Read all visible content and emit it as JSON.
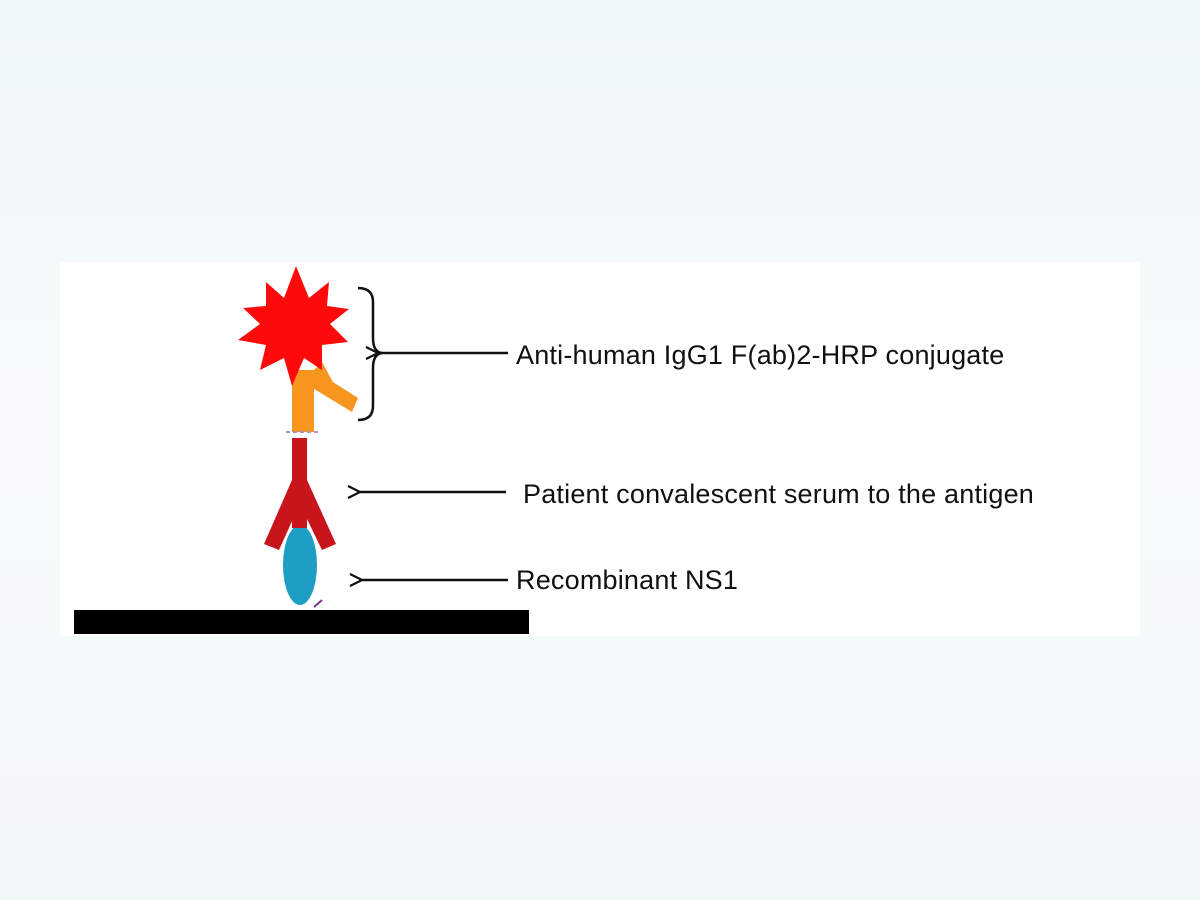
{
  "labels": {
    "conjugate": "Anti-human IgG1 F(ab)2-HRP conjugate",
    "serum": "Patient convalescent serum to the antigen",
    "ns1": "Recombinant NS1"
  },
  "colors": {
    "hrp_star": "#ff0a0a",
    "secondary_antibody": "#f7961e",
    "primary_antibody": "#c8151b",
    "antigen": "#1f9ec3",
    "plate": "#000000",
    "arrow": "#111111"
  }
}
